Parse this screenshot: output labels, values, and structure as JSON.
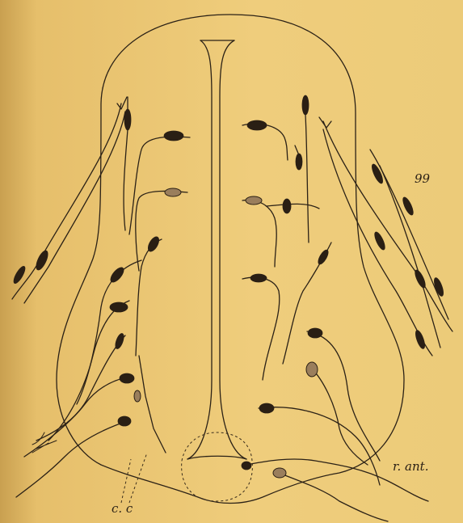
{
  "figure": {
    "number": "99",
    "labels": {
      "root": "r. ant.",
      "canal": "c. c"
    }
  }
}
